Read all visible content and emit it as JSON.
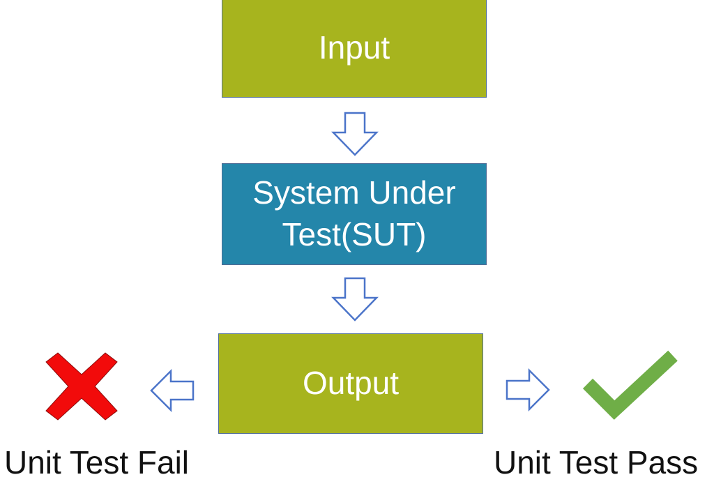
{
  "diagram": {
    "input_box": {
      "label": "Input"
    },
    "sut_box": {
      "label": "System Under Test(SUT)"
    },
    "output_box": {
      "label": "Output"
    },
    "fail": {
      "label": "Unit Test Fail",
      "icon": "red-x-cross"
    },
    "pass": {
      "label": "Unit Test Pass",
      "icon": "green-check-mark"
    }
  },
  "colors": {
    "input_box": "#a7b41e",
    "sut_box": "#2486aa",
    "output_box": "#a7b41e",
    "arrow_outline": "#4b74c9",
    "fail_cross": "#f20b0b",
    "pass_check": "#6fae47"
  }
}
